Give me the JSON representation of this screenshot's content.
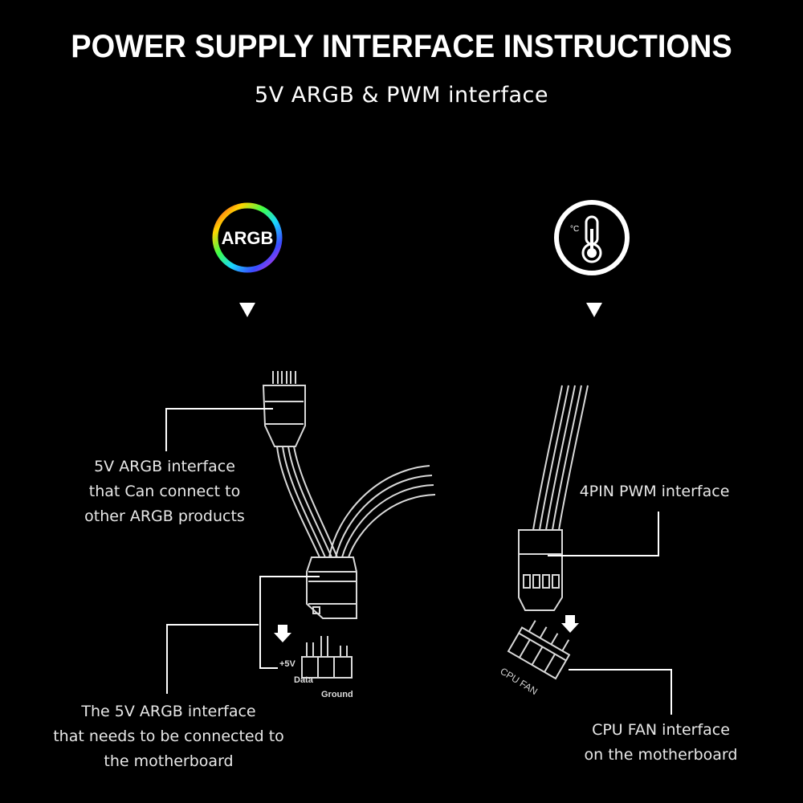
{
  "header": {
    "title": "POWER SUPPLY INTERFACE INSTRUCTIONS",
    "subtitle": "5V ARGB & PWM interface"
  },
  "left": {
    "badge_text": "ARGB",
    "badge_icon": "argb-rainbow-ring-icon",
    "arrow_icon": "triangle-down-icon",
    "connector_label": [
      "5V ARGB interface",
      "that Can connect to",
      "other ARGB products"
    ],
    "header_pins": {
      "pin1": "+5V",
      "pin2": "Data",
      "pin3": "Ground"
    },
    "motherboard_label": [
      "The 5V ARGB interface",
      "that needs to be connected to",
      "the motherboard"
    ]
  },
  "right": {
    "badge_icon": "thermometer-icon",
    "badge_unit": "°C",
    "arrow_icon": "triangle-down-icon",
    "connector_label": "4PIN PWM interface",
    "header_text": "CPU FAN",
    "motherboard_label": [
      "CPU FAN interface",
      "on the motherboard"
    ]
  },
  "colors": {
    "background": "#000000",
    "line": "#ffffff",
    "outline": "#d9d9d9"
  }
}
